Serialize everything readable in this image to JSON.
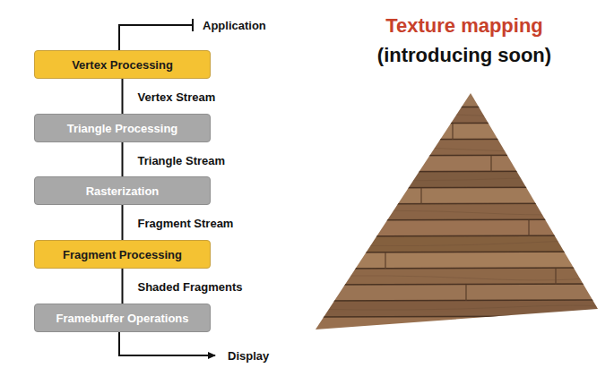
{
  "diagram": {
    "nodes": [
      {
        "text": [
          "Vertex Processing"
        ]
      },
      {
        "text": [
          "Triangle Processing"
        ]
      },
      {
        "text": [
          "Rasterization"
        ]
      },
      {
        "text": [
          "Fragment Processing"
        ]
      },
      {
        "text": [
          "Framebuffer Operations"
        ]
      }
    ],
    "edges": [
      {
        "from": 0,
        "to": 1,
        "label": "Vertex Stream",
        "arrow": "none"
      },
      {
        "from": 1,
        "to": 2,
        "label": "Triangle Stream",
        "arrow": "none"
      },
      {
        "from": 2,
        "to": 3,
        "label": "Fragment Stream",
        "arrow": "none"
      },
      {
        "from": 3,
        "to": 4,
        "label": "Shaded Fragments",
        "arrow": "none"
      }
    ],
    "labels": [
      "Application",
      "Display",
      "Texture mapping",
      "(introducing soon)"
    ]
  }
}
